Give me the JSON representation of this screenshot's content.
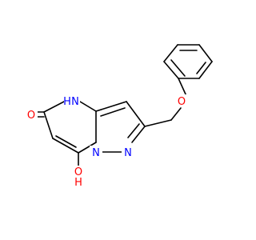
{
  "molecule": {
    "atom_labels": {
      "nh": "N",
      "nh_h": "H",
      "carbonyl_o": "O",
      "hydroxyl_o": "O",
      "hydroxyl_h": "H",
      "bridge_n": "N",
      "ring_n": "N",
      "ether_o": "O"
    },
    "colors": {
      "bond": "#000000",
      "nitrogen": "#0000ff",
      "oxygen": "#ff0000"
    }
  }
}
